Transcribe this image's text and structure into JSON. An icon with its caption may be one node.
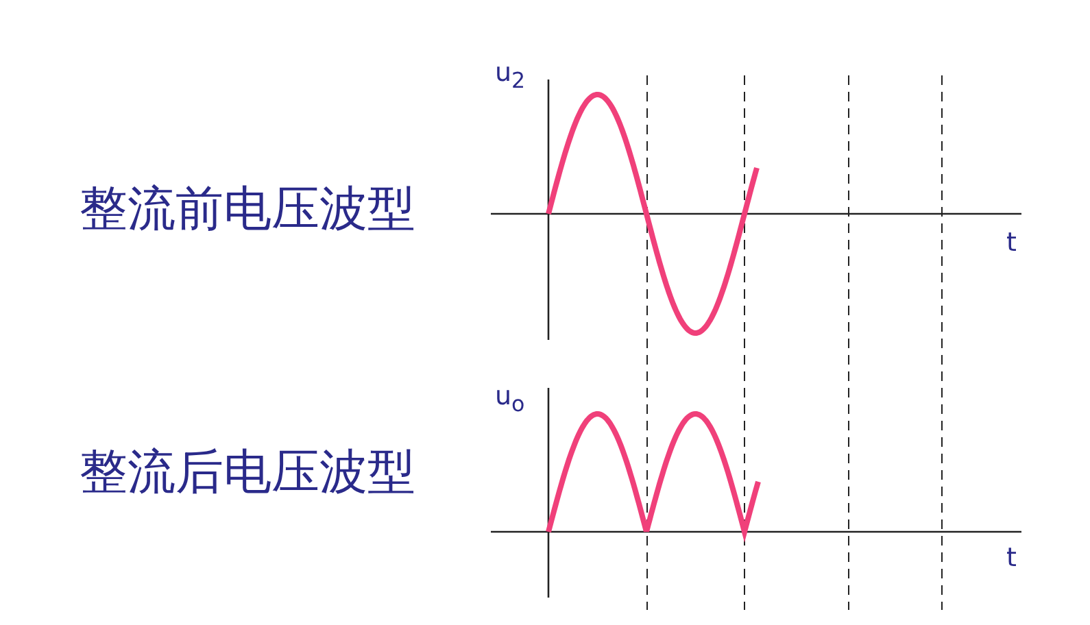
{
  "diagram": {
    "labels": [
      "整流前电压波型",
      "u$_{2}$",
      "t",
      "整流后电压波型",
      "u$_{o}$",
      "t"
    ]
  }
}
